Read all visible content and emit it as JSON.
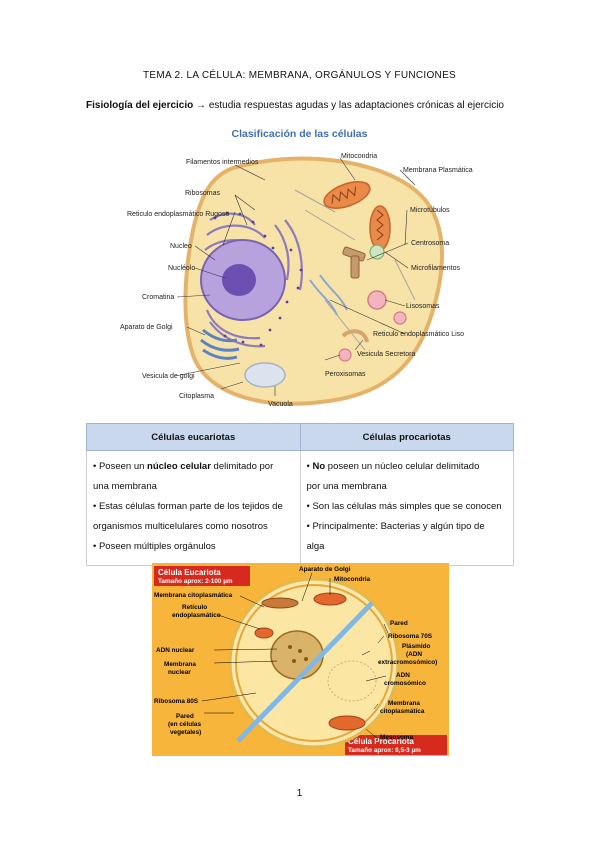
{
  "header": {
    "title": "TEMA 2. LA CÉLULA: MEMBRANA, ORGÁNULOS Y FUNCIONES"
  },
  "intro": {
    "bold": "Fisiología del ejercicio",
    "arrow": "→",
    "text": " estudia respuestas agudas y las adaptaciones crónicas al ejercicio"
  },
  "section": {
    "heading": "Clasificación de las células"
  },
  "figure1": {
    "labels": {
      "filamentos": "Filamentos intermedios",
      "ribosomas": "Ribosomas",
      "rer": "Reticulo endoplasmático Rugoso",
      "nucleo": "Nucleo",
      "nucleolo": "Nucléolo",
      "cromatina": "Cromatina",
      "golgi": "Aparato de Golgi",
      "vesicula_golgi": "Vesicula de golgi",
      "citoplasma": "Citoplasma",
      "mitocondria": "Mitocondria",
      "membrana": "Membrana Plasmática",
      "microtubulos": "Microtúbulos",
      "centrosoma": "Centrosoma",
      "microfilamentos": "Microfilamentos",
      "lisosomas": "Lisosomas",
      "rel": "Reticulo endoplasmático Liso",
      "vesicula_secretora": "Vesicula Secretora",
      "peroxisomas": "Peroxisomas",
      "vacuola": "Vacuola"
    }
  },
  "table": {
    "headers": [
      "Células eucariotas",
      "Células procariotas"
    ],
    "eukaryote": {
      "b1_pre": "• Poseen un ",
      "b1_bold": "núcleo celular",
      "b1_post": " delimitado por",
      "b1_cont": "una membrana",
      "b2": "• Estas células forman parte de los tejidos de",
      "b2_cont": "organismos multicelulares como nosotros",
      "b3": "• Poseen múltiples orgánulos"
    },
    "prokaryote": {
      "b1_pre": "• ",
      "b1_bold": "No",
      "b1_post": " poseen un núcleo celular delimitado",
      "b1_cont": "por una membrana",
      "b2": "• Son las células más simples que se conocen",
      "b3": "• Principalmente: Bacterias y algún tipo de",
      "b3_cont": "alga"
    }
  },
  "figure2": {
    "title_euk": "Célula Eucariota",
    "size_euk": "Tamaño aprox: 2-100 µm",
    "title_pro": "Célula Procariota",
    "size_pro": "Tamaño aprox: 0,5-3 µm",
    "labels": {
      "golgi": "Aparato de Golgi",
      "mitocondria": "Mitocondria",
      "membrana_cito": "Membrana citoplasmática",
      "reticulo_1": "Retículo",
      "reticulo_2": "endoplasmático",
      "adn_nuclear": "ADN nuclear",
      "membrana_nuclear_1": "Membrana",
      "membrana_nuclear_2": "nuclear",
      "ribosoma80": "Ribosoma 80S",
      "pared_1": "Pared",
      "pared_2": "(en células",
      "pared_3": "vegetales)",
      "pared_pro": "Pared",
      "ribosoma70": "Ribosoma 70S",
      "plasmido_1": "Plásmido",
      "plasmido_2": "(ADN",
      "plasmido_3": "extracromosómico)",
      "adn_cromo_1": "ADN",
      "adn_cromo_2": "cromosómico",
      "membrana_cito_pro_1": "Membrana",
      "membrana_cito_pro_2": "citoplasmática",
      "mesosoma": "Mesosoma"
    }
  },
  "footer": {
    "page_number": "1"
  }
}
